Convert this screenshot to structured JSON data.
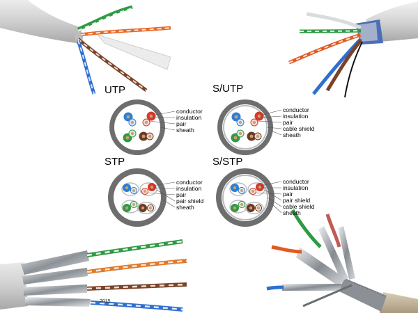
{
  "titles": {
    "utp": "UTP",
    "sutp": "S/UTP",
    "stp": "STP",
    "sstp": "S/STP"
  },
  "labels": {
    "utp": [
      "conductor",
      "insulation",
      "pair",
      "sheath"
    ],
    "sutp": [
      "conductor",
      "insulation",
      "pair",
      "cable shield",
      "sheath"
    ],
    "stp": [
      "conductor",
      "insulation",
      "pair",
      "pair shield",
      "sheath"
    ],
    "sstp": [
      "conductor",
      "insulation",
      "pair",
      "pair shield",
      "cable shield",
      "sheath"
    ]
  },
  "photo_caption": "2015",
  "colors": {
    "sheath_ring": "#6e6e6e",
    "blue_pair": "#2c7fd6",
    "red_pair": "#d23a2a",
    "green_pair": "#2f9a44",
    "brown_pair": "#6b3a24",
    "shield": "#b8bcc0",
    "cable_gray": "#d8d8d8"
  }
}
